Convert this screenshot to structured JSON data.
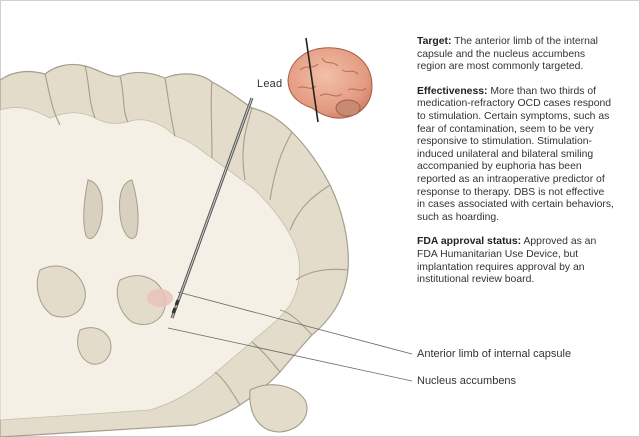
{
  "labels": {
    "lead": "Lead",
    "anterior_limb": "Anterior limb of internal capsule",
    "nucleus_accumbens": "Nucleus accumbens"
  },
  "info": {
    "target": {
      "heading": "Target:",
      "text": "The anterior limb of the internal capsule and the nucleus accumbens region are most commonly targeted."
    },
    "effectiveness": {
      "heading": "Effectiveness:",
      "text": "More than two thirds of medication-refractory OCD cases respond to stimulation. Certain symptoms, such as fear of contamination, seem to be very responsive to stimulation. Stimulation-induced unilateral and bilateral smiling accompanied by euphoria has been reported as an intraoperative predictor of response to therapy. DBS is not effective in cases associated with certain behaviors, such as hoarding."
    },
    "fda": {
      "heading": "FDA approval status:",
      "text": "Approved as an FDA Humanitarian Use Device, but implantation requires approval by an institutional review board."
    }
  },
  "colors": {
    "gray_matter": "#e3dccb",
    "white_matter": "#f4f0e6",
    "outline": "#a69d8c",
    "brain_pink": "#e8a48c",
    "nucleus_pink": "#e9c2b8",
    "lead": "#555555"
  }
}
